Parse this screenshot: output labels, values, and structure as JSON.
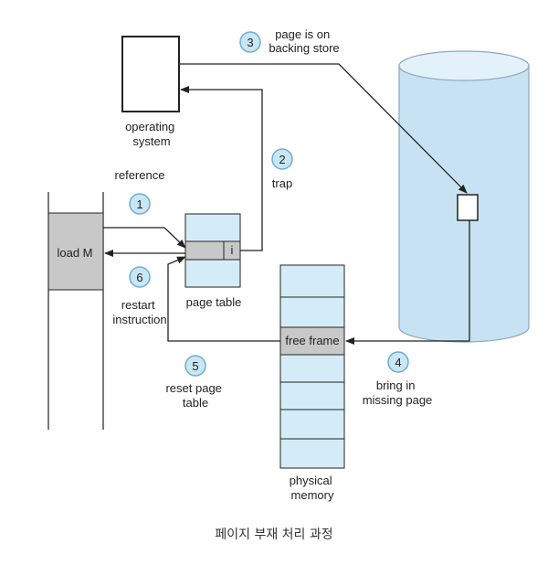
{
  "colors": {
    "line": "#222222",
    "step_fill": "#c9e6f5",
    "step_stroke": "#6aaed0",
    "cylinder_fill": "#c7e2f3",
    "cylinder_stroke": "#8aa9bd",
    "gray_fill": "#c8c8c8",
    "memory_fill": "#d4ecf7"
  },
  "labels": {
    "operating_system": [
      "operating",
      "system"
    ],
    "reference": "reference",
    "load_m": "load M",
    "page_table_bit": "i",
    "page_table": "page table",
    "restart_instruction": [
      "restart",
      "instruction"
    ],
    "trap": "trap",
    "page_on_backing_store": [
      "page is on",
      "backing store"
    ],
    "free_frame": "free frame",
    "bring_in_missing_page": [
      "bring in",
      "missing page"
    ],
    "reset_page_table": [
      "reset page",
      "table"
    ],
    "physical_memory": [
      "physical",
      "memory"
    ]
  },
  "steps": [
    "1",
    "2",
    "3",
    "4",
    "5",
    "6"
  ],
  "caption": "페이지 부재 처리 과정"
}
